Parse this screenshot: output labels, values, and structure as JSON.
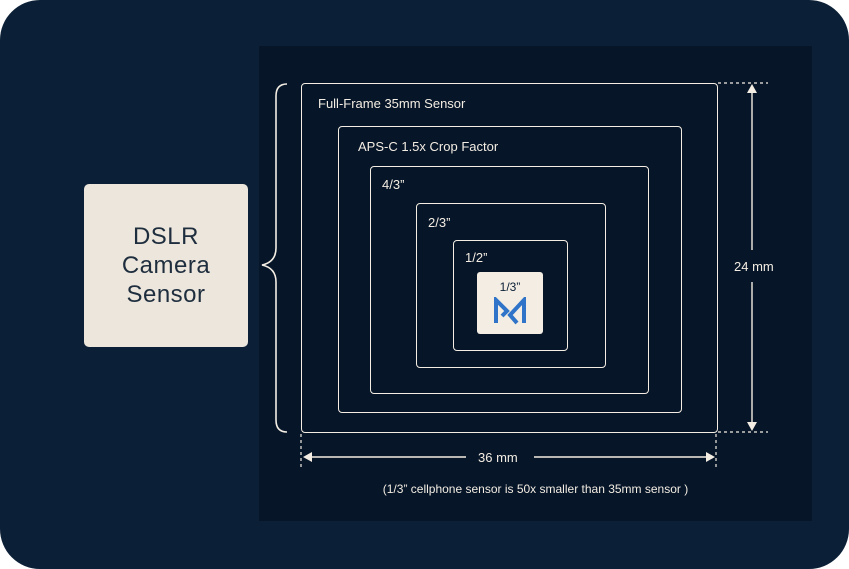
{
  "side_label": "DSLR\nCamera\nSensor",
  "sensors": [
    {
      "label": "Full-Frame 35mm Sensor"
    },
    {
      "label": "APS-C 1.5x Crop Factor"
    },
    {
      "label": "4/3”"
    },
    {
      "label": "2/3”"
    },
    {
      "label": "1/2”"
    },
    {
      "label": "1/3”"
    }
  ],
  "dimensions": {
    "height": "24 mm",
    "width": "36 mm"
  },
  "caption": "(1/3” cellphone sensor is 50x smaller than 35mm sensor )",
  "colors": {
    "background": "#0b1f36",
    "panel": "#061528",
    "line": "#f3ede3",
    "label_box": "#ece6dc",
    "logo": "#2f74c8"
  }
}
